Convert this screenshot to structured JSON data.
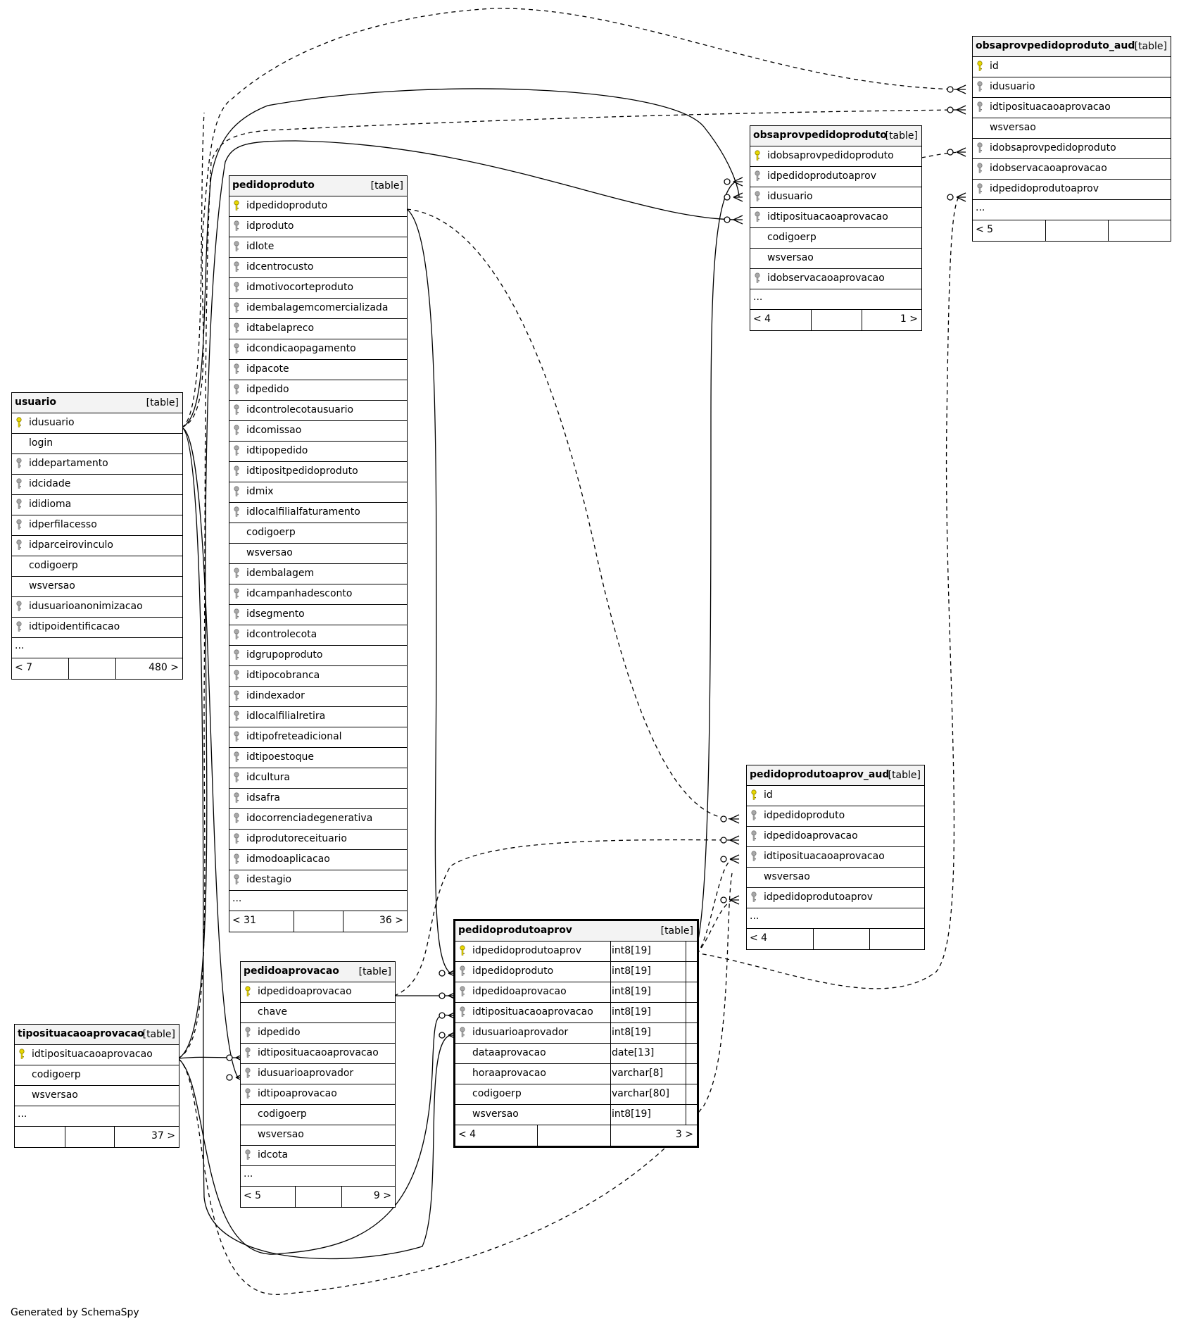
{
  "footer": "Generated by SchemaSpy",
  "colors": {
    "primary_key": "#e8d800",
    "foreign_key": "#a8a8a8",
    "header_bg": "#f3f3f3"
  },
  "tables": [
    {
      "id": "usuario",
      "name": "usuario",
      "tag": "[table]",
      "columns": [
        {
          "name": "idusuario",
          "key": "pk"
        },
        {
          "name": "login",
          "key": ""
        },
        {
          "name": "iddepartamento",
          "key": "fk"
        },
        {
          "name": "idcidade",
          "key": "fk"
        },
        {
          "name": "ididioma",
          "key": "fk"
        },
        {
          "name": "idperfilacesso",
          "key": "fk"
        },
        {
          "name": "idparceirovinculo",
          "key": "fk"
        },
        {
          "name": "codigoerp",
          "key": ""
        },
        {
          "name": "wsversao",
          "key": ""
        },
        {
          "name": "idusuarioanonimizacao",
          "key": "fk"
        },
        {
          "name": "idtipoidentificacao",
          "key": "fk"
        }
      ],
      "more": "...",
      "footer": {
        "left": "< 7",
        "right": "480 >"
      }
    },
    {
      "id": "pedidoproduto",
      "name": "pedidoproduto",
      "tag": "[table]",
      "columns": [
        {
          "name": "idpedidoproduto",
          "key": "pk"
        },
        {
          "name": "idproduto",
          "key": "fk"
        },
        {
          "name": "idlote",
          "key": "fk"
        },
        {
          "name": "idcentrocusto",
          "key": "fk"
        },
        {
          "name": "idmotivocorteproduto",
          "key": "fk"
        },
        {
          "name": "idembalagemcomercializada",
          "key": "fk"
        },
        {
          "name": "idtabelapreco",
          "key": "fk"
        },
        {
          "name": "idcondicaopagamento",
          "key": "fk"
        },
        {
          "name": "idpacote",
          "key": "fk"
        },
        {
          "name": "idpedido",
          "key": "fk"
        },
        {
          "name": "idcontrolecotausuario",
          "key": "fk"
        },
        {
          "name": "idcomissao",
          "key": "fk"
        },
        {
          "name": "idtipopedido",
          "key": "fk"
        },
        {
          "name": "idtipositpedidoproduto",
          "key": "fk"
        },
        {
          "name": "idmix",
          "key": "fk"
        },
        {
          "name": "idlocalfilialfaturamento",
          "key": "fk"
        },
        {
          "name": "codigoerp",
          "key": ""
        },
        {
          "name": "wsversao",
          "key": ""
        },
        {
          "name": "idembalagem",
          "key": "fk"
        },
        {
          "name": "idcampanhadesconto",
          "key": "fk"
        },
        {
          "name": "idsegmento",
          "key": "fk"
        },
        {
          "name": "idcontrolecota",
          "key": "fk"
        },
        {
          "name": "idgrupoproduto",
          "key": "fk"
        },
        {
          "name": "idtipocobranca",
          "key": "fk"
        },
        {
          "name": "idindexador",
          "key": "fk"
        },
        {
          "name": "idlocalfilialretira",
          "key": "fk"
        },
        {
          "name": "idtipofreteadicional",
          "key": "fk"
        },
        {
          "name": "idtipoestoque",
          "key": "fk"
        },
        {
          "name": "idcultura",
          "key": "fk"
        },
        {
          "name": "idsafra",
          "key": "fk"
        },
        {
          "name": "idocorrenciadegenerativa",
          "key": "fk"
        },
        {
          "name": "idprodutoreceituario",
          "key": "fk"
        },
        {
          "name": "idmodoaplicacao",
          "key": "fk"
        },
        {
          "name": "idestagio",
          "key": "fk"
        }
      ],
      "more": "...",
      "footer": {
        "left": "< 31",
        "right": "36 >"
      }
    },
    {
      "id": "tipositu",
      "name": "tiposituacaoaprovacao",
      "tag": "[table]",
      "columns": [
        {
          "name": "idtiposituacaoaprovacao",
          "key": "pk"
        },
        {
          "name": "codigoerp",
          "key": ""
        },
        {
          "name": "wsversao",
          "key": ""
        }
      ],
      "more": "...",
      "footer": {
        "left": "",
        "right": "37 >"
      }
    },
    {
      "id": "pedidoaprov",
      "name": "pedidoaprovacao",
      "tag": "[table]",
      "columns": [
        {
          "name": "idpedidoaprovacao",
          "key": "pk"
        },
        {
          "name": "chave",
          "key": ""
        },
        {
          "name": "idpedido",
          "key": "fk"
        },
        {
          "name": "idtiposituacaoaprovacao",
          "key": "fk"
        },
        {
          "name": "idusuarioaprovador",
          "key": "fk"
        },
        {
          "name": "idtipoaprovacao",
          "key": "fk"
        },
        {
          "name": "codigoerp",
          "key": ""
        },
        {
          "name": "wsversao",
          "key": ""
        },
        {
          "name": "idcota",
          "key": "fk"
        }
      ],
      "more": "...",
      "footer": {
        "left": "< 5",
        "right": "9 >"
      }
    },
    {
      "id": "ppaprov",
      "name": "pedidoprodutoaprov",
      "tag": "[table]",
      "columns": [
        {
          "name": "idpedidoprodutoaprov",
          "key": "pk",
          "type": "int8[19]"
        },
        {
          "name": "idpedidoproduto",
          "key": "fk",
          "type": "int8[19]"
        },
        {
          "name": "idpedidoaprovacao",
          "key": "fk",
          "type": "int8[19]"
        },
        {
          "name": "idtiposituacaoaprovacao",
          "key": "fk",
          "type": "int8[19]"
        },
        {
          "name": "idusuarioaprovador",
          "key": "fk",
          "type": "int8[19]"
        },
        {
          "name": "dataaprovacao",
          "key": "",
          "type": "date[13]"
        },
        {
          "name": "horaaprovacao",
          "key": "",
          "type": "varchar[8]"
        },
        {
          "name": "codigoerp",
          "key": "",
          "type": "varchar[80]"
        },
        {
          "name": "wsversao",
          "key": "",
          "type": "int8[19]"
        }
      ],
      "footer": {
        "left": "< 4",
        "right": "3 >"
      }
    },
    {
      "id": "obsapp",
      "name": "obsaprovpedidoproduto",
      "tag": "[table]",
      "columns": [
        {
          "name": "idobsaprovpedidoproduto",
          "key": "pk"
        },
        {
          "name": "idpedidoprodutoaprov",
          "key": "fk"
        },
        {
          "name": "idusuario",
          "key": "fk"
        },
        {
          "name": "idtiposituacaoaprovacao",
          "key": "fk"
        },
        {
          "name": "codigoerp",
          "key": ""
        },
        {
          "name": "wsversao",
          "key": ""
        },
        {
          "name": "idobservacaoaprovacao",
          "key": "fk"
        }
      ],
      "more": "...",
      "footer": {
        "left": "< 4",
        "right": "1 >"
      }
    },
    {
      "id": "obsaud",
      "name": "obsaprovpedidoproduto_aud",
      "tag": "[table]",
      "columns": [
        {
          "name": "id",
          "key": "pk"
        },
        {
          "name": "idusuario",
          "key": "fk"
        },
        {
          "name": "idtiposituacaoaprovacao",
          "key": "fk"
        },
        {
          "name": "wsversao",
          "key": ""
        },
        {
          "name": "idobsaprovpedidoproduto",
          "key": "fk"
        },
        {
          "name": "idobservacaoaprovacao",
          "key": "fk"
        },
        {
          "name": "idpedidoprodutoaprov",
          "key": "fk"
        }
      ],
      "more": "...",
      "footer": {
        "left": "< 5",
        "right": ""
      }
    },
    {
      "id": "ppaud",
      "name": "pedidoprodutoaprov_aud",
      "tag": "[table]",
      "columns": [
        {
          "name": "id",
          "key": "pk"
        },
        {
          "name": "idpedidoproduto",
          "key": "fk"
        },
        {
          "name": "idpedidoaprovacao",
          "key": "fk"
        },
        {
          "name": "idtiposituacaoaprovacao",
          "key": "fk"
        },
        {
          "name": "wsversao",
          "key": ""
        },
        {
          "name": "idpedidoprodutoaprov",
          "key": "fk"
        }
      ],
      "more": "...",
      "footer": {
        "left": "< 4",
        "right": ""
      }
    }
  ]
}
